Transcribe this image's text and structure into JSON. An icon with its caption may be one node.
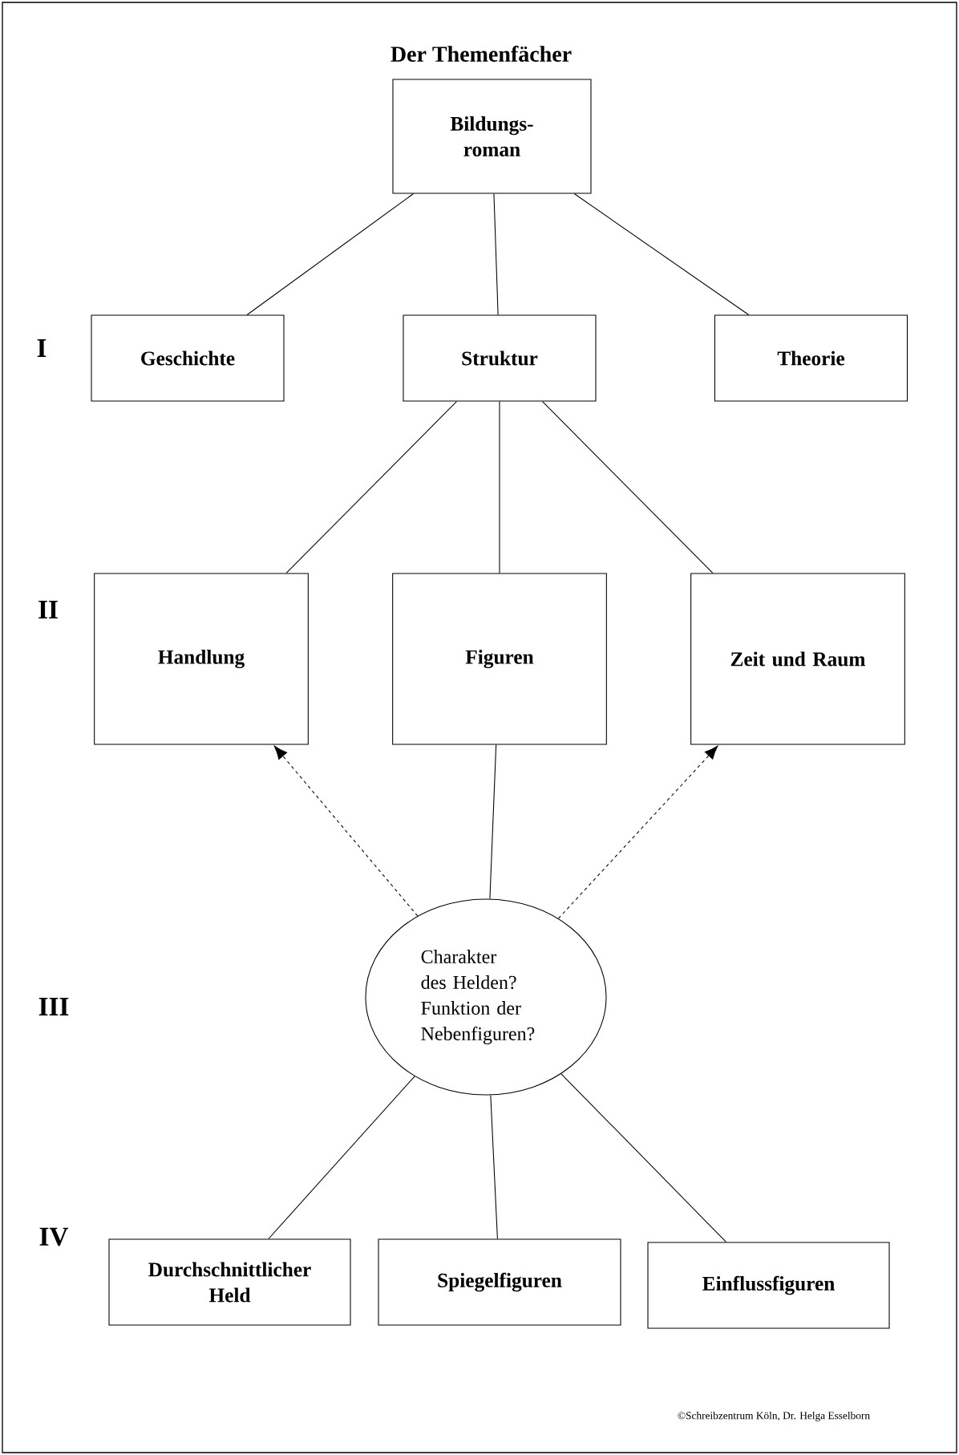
{
  "diagram": {
    "title": "Der Themenfächer",
    "nodes": [
      {
        "text": [
          "Bildungs- roman"
        ]
      },
      {
        "text": [
          "Geschichte"
        ]
      },
      {
        "text": [
          "Struktur"
        ]
      },
      {
        "text": [
          "Theorie"
        ]
      },
      {
        "text": [
          "Handlung"
        ]
      },
      {
        "text": [
          "Figuren"
        ]
      },
      {
        "text": [
          "Zeit und Raum"
        ]
      },
      {
        "text": [
          "Charakter des Helden? Funktion der Nebenfiguren?"
        ]
      },
      {
        "text": [
          "Durchschnittlicher Held"
        ]
      },
      {
        "text": [
          "Spiegelfiguren"
        ]
      },
      {
        "text": [
          "Einflussfiguren"
        ]
      }
    ],
    "edges": [
      {
        "from": 0,
        "to": 1,
        "arrow": "none"
      },
      {
        "from": 0,
        "to": 2,
        "arrow": "none"
      },
      {
        "from": 0,
        "to": 3,
        "arrow": "none"
      },
      {
        "from": 2,
        "to": 4,
        "arrow": "none"
      },
      {
        "from": 2,
        "to": 5,
        "arrow": "none"
      },
      {
        "from": 2,
        "to": 6,
        "arrow": "none"
      },
      {
        "from": 7,
        "to": 4,
        "arrow": "to",
        "style": "dashed"
      },
      {
        "from": 7,
        "to": 5,
        "arrow": "none"
      },
      {
        "from": 7,
        "to": 6,
        "arrow": "to",
        "style": "dashed"
      },
      {
        "from": 7,
        "to": 8,
        "arrow": "none"
      },
      {
        "from": 7,
        "to": 9,
        "arrow": "none"
      },
      {
        "from": 7,
        "to": 10,
        "arrow": "none"
      }
    ],
    "labels": [
      "I",
      "II",
      "III",
      "IV",
      "©Schreibzentrum Köln, Dr. Helga Esselborn"
    ]
  }
}
